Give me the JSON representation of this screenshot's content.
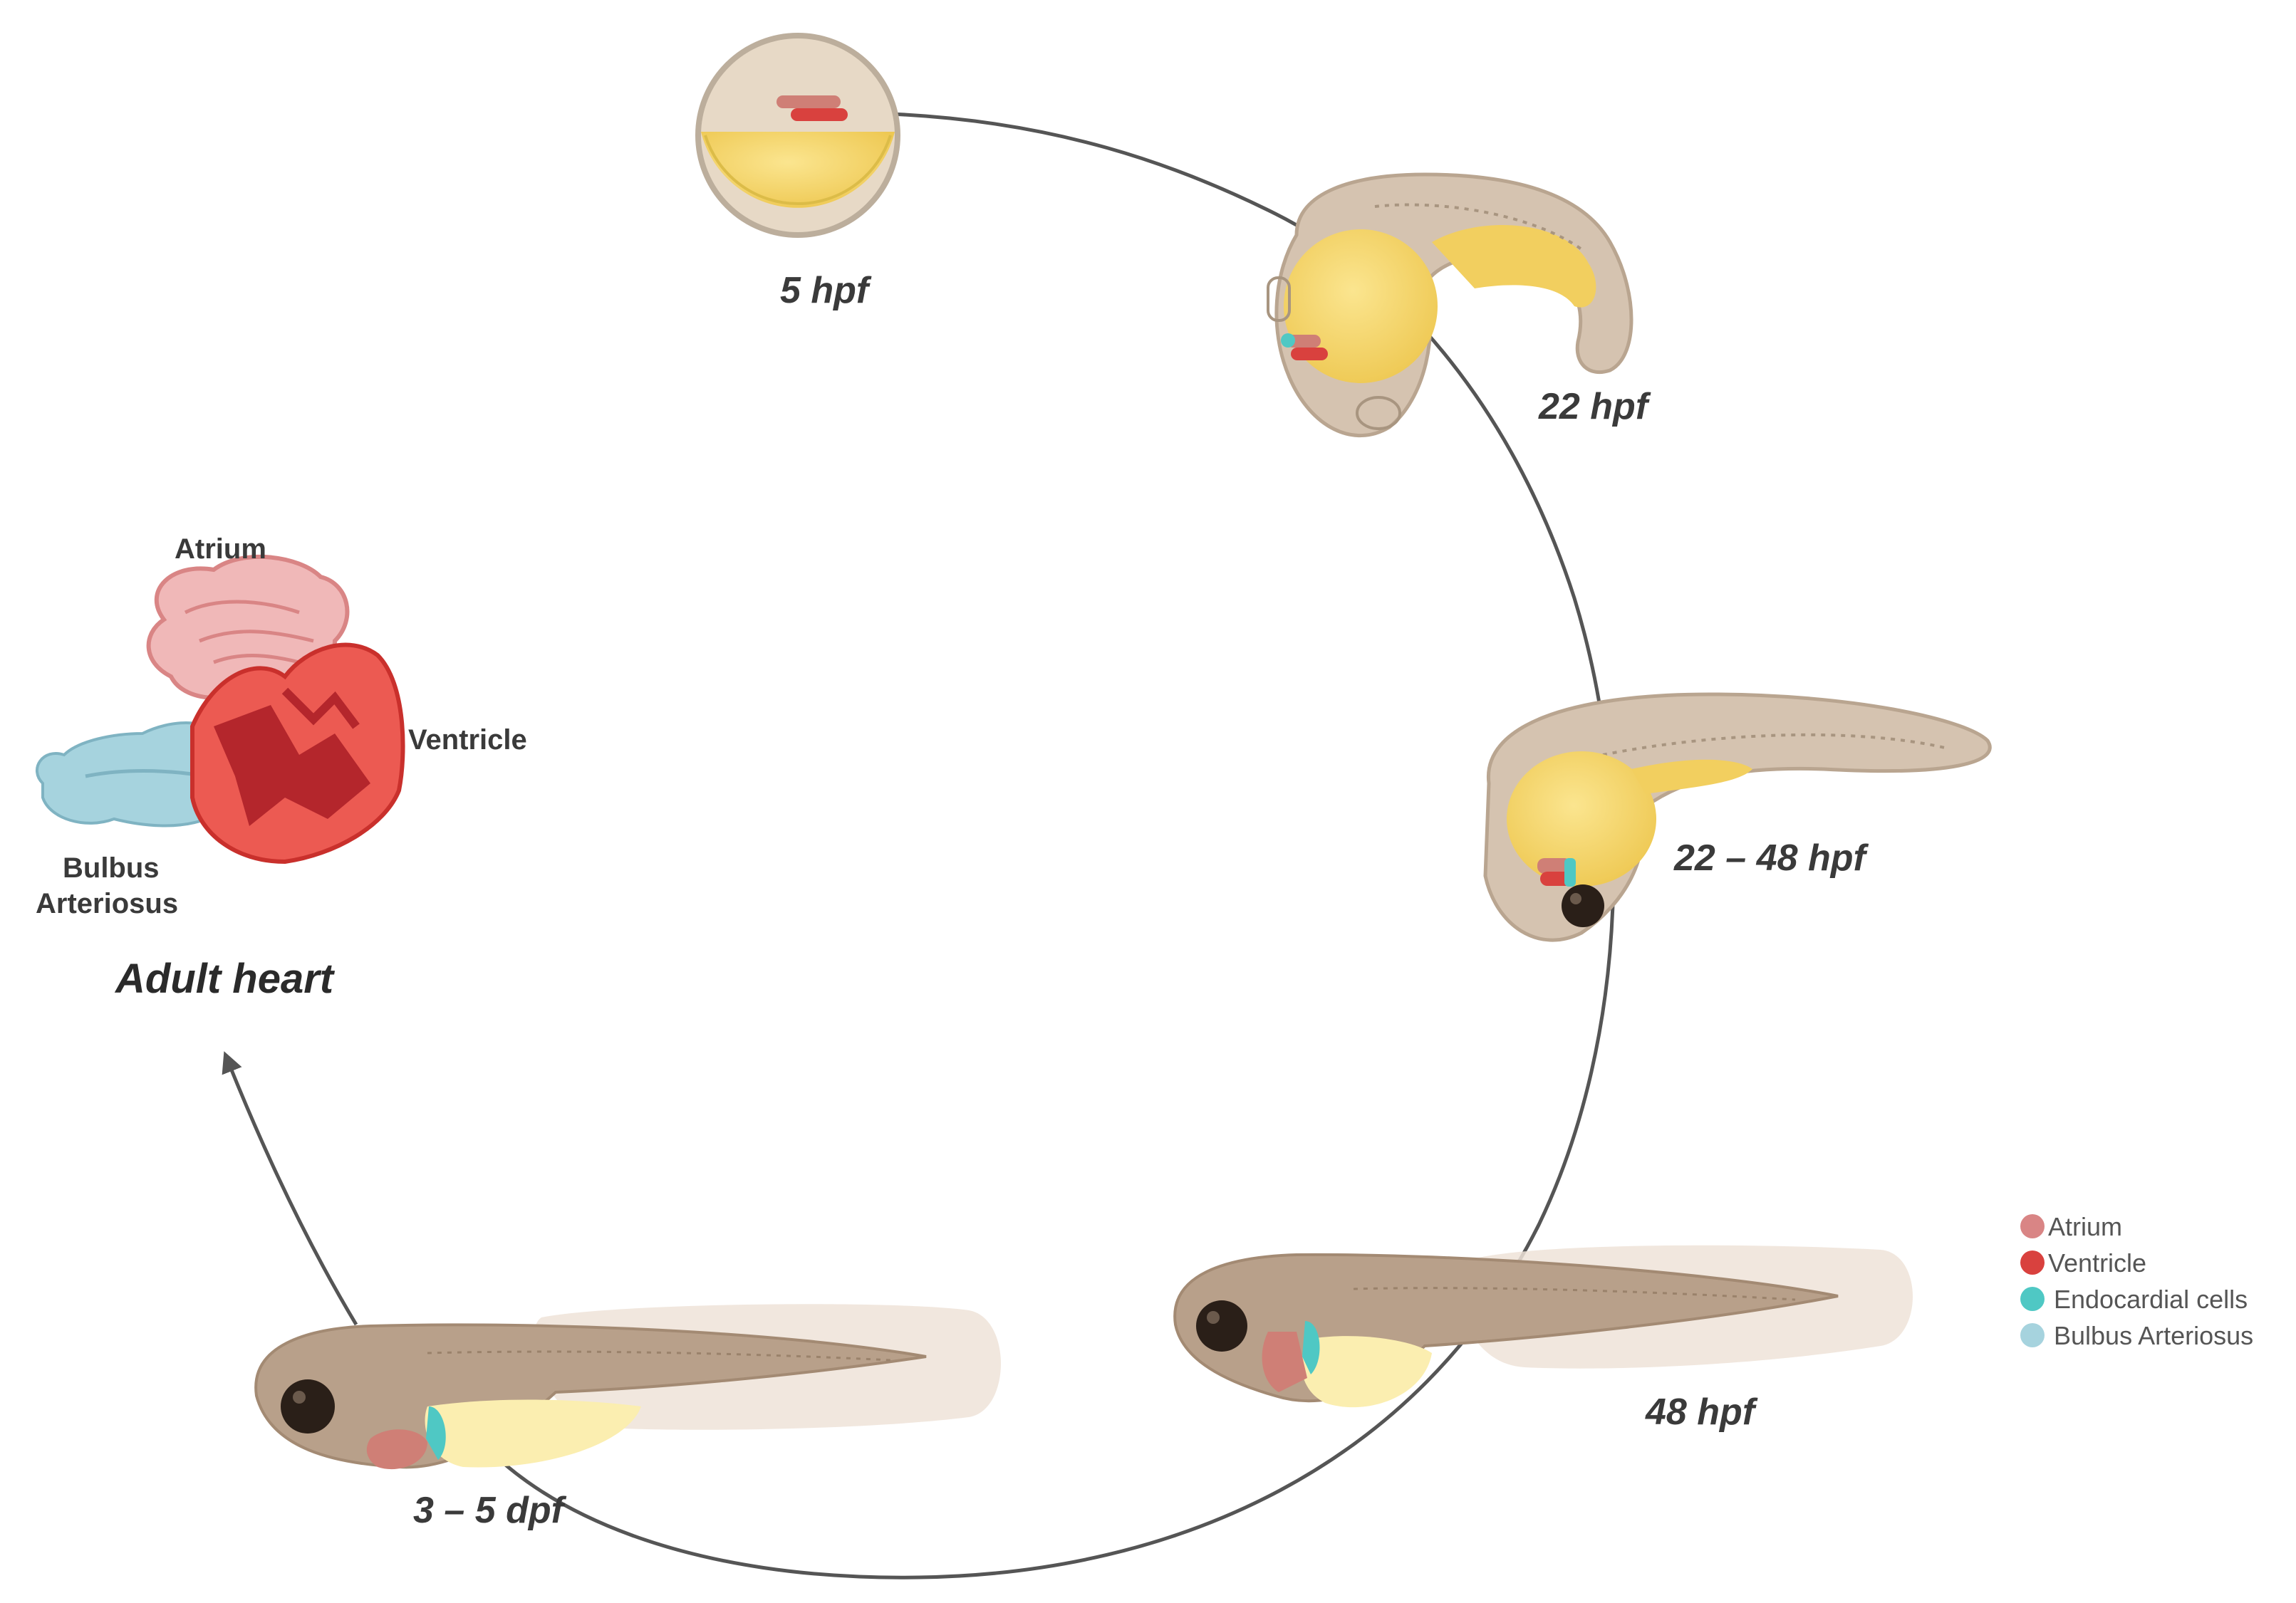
{
  "stages": {
    "s5": "5 hpf",
    "s22": "22 hpf",
    "s22_48": "22 – 48 hpf",
    "s48": "48 hpf",
    "s3_5": "3 – 5 dpf"
  },
  "heart": {
    "atrium": "Atrium",
    "ventricle": "Ventricle",
    "bulbus_line1": "Bulbus",
    "bulbus_line2": "Arteriosus",
    "caption": "Adult heart"
  },
  "legend": [
    {
      "label": "Atrium",
      "color": "#d98585"
    },
    {
      "label": "Ventricle",
      "color": "#d9413e"
    },
    {
      "label": "Endocardial cells",
      "color": "#4fc8c4"
    },
    {
      "label": "Bulbus Arteriosus",
      "color": "#a6d3de"
    }
  ],
  "colors": {
    "yolk": "#f5d76e",
    "body": "#c9b29b",
    "eye": "#2a1f18",
    "cycle_line": "#555555"
  }
}
